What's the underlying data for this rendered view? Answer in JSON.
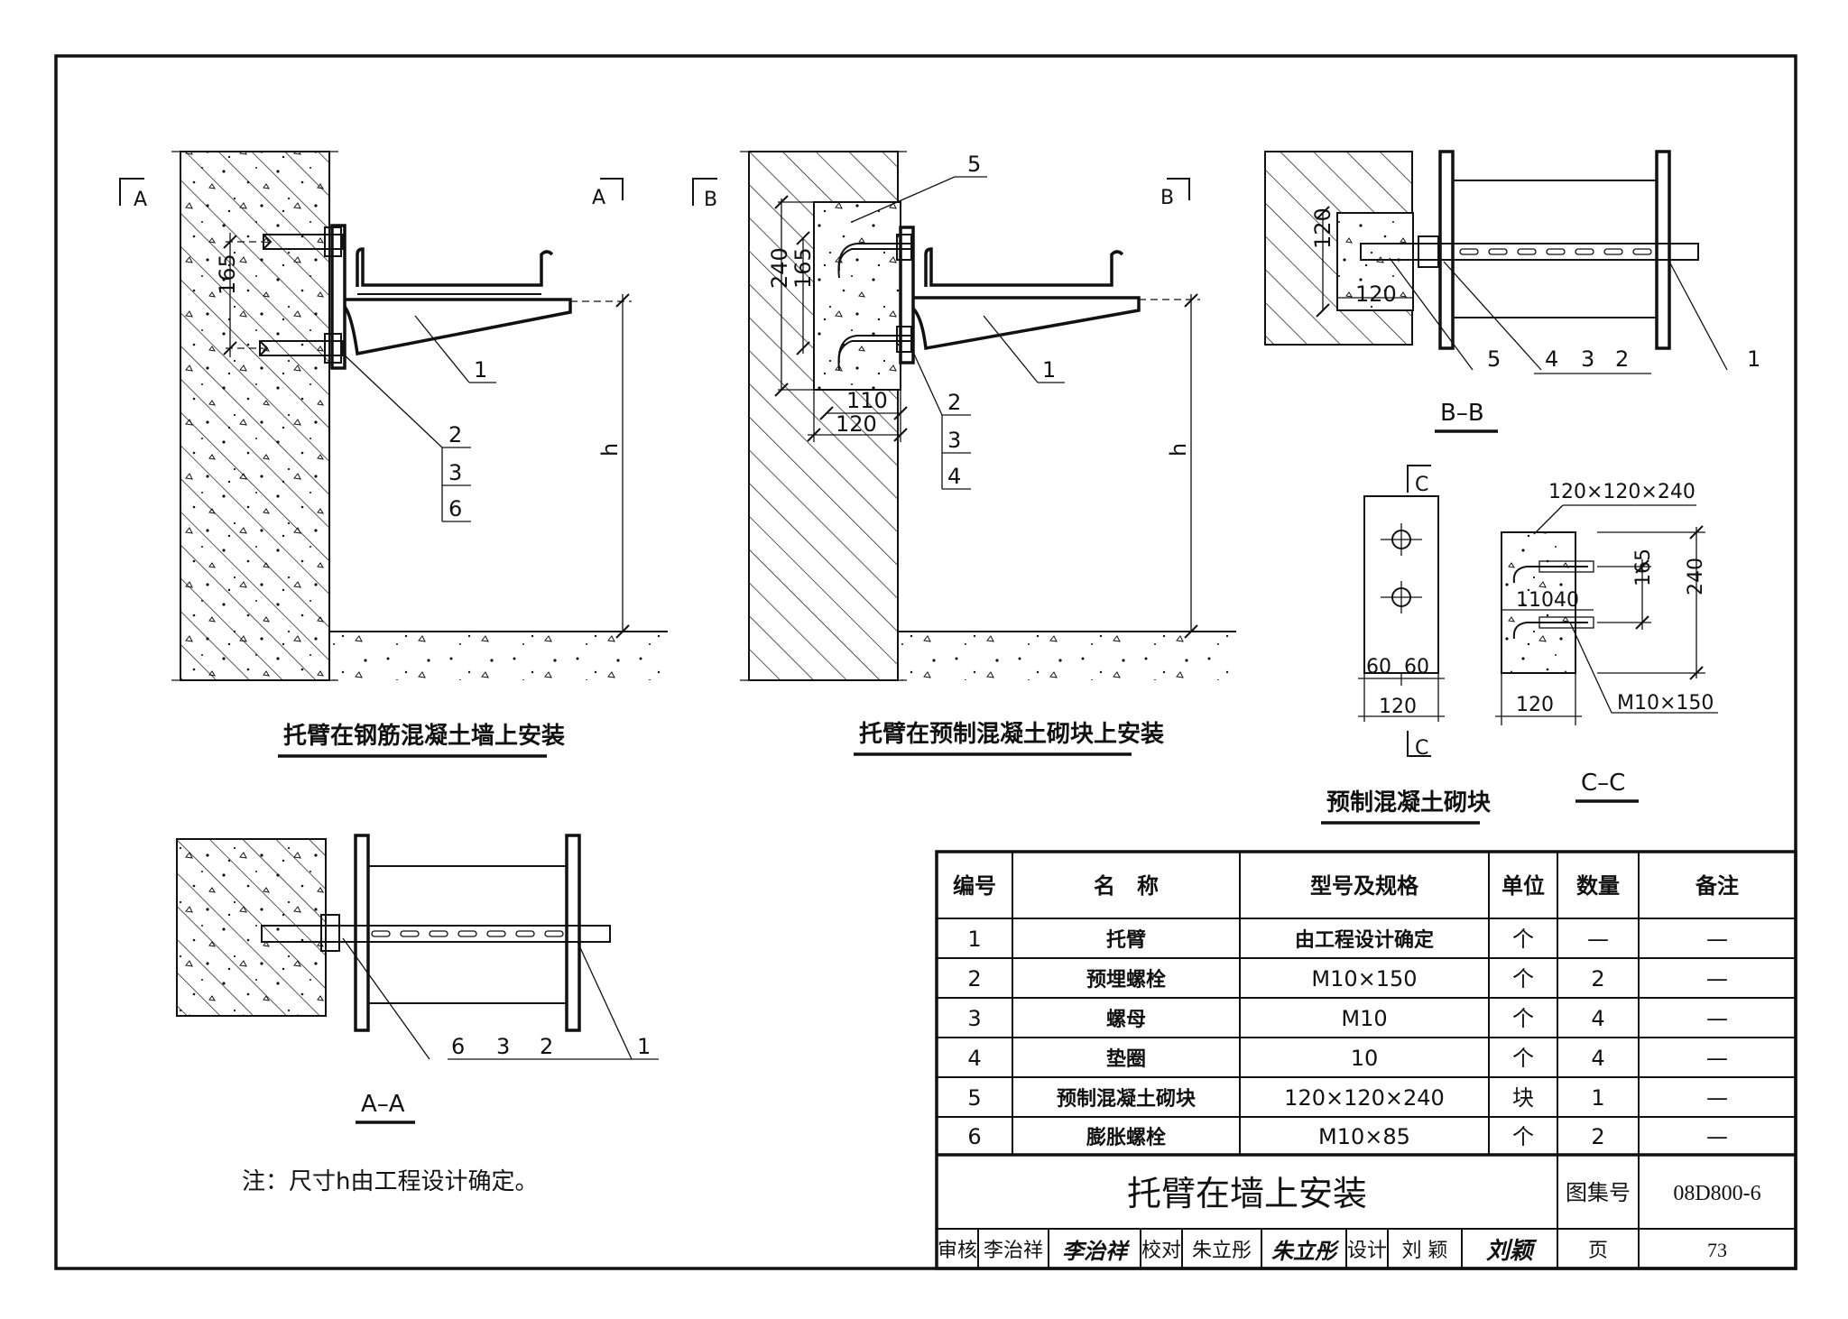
{
  "views": {
    "wall_caption": "托臂在钢筋混凝土墙上安装",
    "block_caption": "托臂在预制混凝土砌块上安装",
    "block_detail_caption": "预制混凝土砌块",
    "section_aa_title": "A–A",
    "section_bb_title": "B–B",
    "section_cc_title": "C–C"
  },
  "section_marks": {
    "a": "A",
    "b": "B",
    "c": "C"
  },
  "dims": {
    "d165": "165",
    "d240": "240",
    "d110": "110",
    "d120": "120",
    "d60": "60",
    "d40": "40",
    "h": "h",
    "block_size": "120×120×240",
    "bolt": "M10×150"
  },
  "callouts": {
    "c1": "1",
    "c2": "2",
    "c3": "3",
    "c4": "4",
    "c5": "5",
    "c6": "6"
  },
  "note": "注：尺寸h由工程设计确定。",
  "table": {
    "headers": [
      "编号",
      "名　称",
      "型号及规格",
      "单位",
      "数量",
      "备注"
    ],
    "rows": [
      [
        "1",
        "托臂",
        "由工程设计确定",
        "个",
        "—",
        "—"
      ],
      [
        "2",
        "预埋螺栓",
        "M10×150",
        "个",
        "2",
        "—"
      ],
      [
        "3",
        "螺母",
        "M10",
        "个",
        "4",
        "—"
      ],
      [
        "4",
        "垫圈",
        "10",
        "个",
        "4",
        "—"
      ],
      [
        "5",
        "预制混凝土砌块",
        "120×120×240",
        "块",
        "1",
        "—"
      ],
      [
        "6",
        "膨胀螺栓",
        "M10×85",
        "个",
        "2",
        "—"
      ]
    ],
    "title": "托臂在墙上安装",
    "atlas_label": "图集号",
    "atlas_no": "08D800-6",
    "review_label": "审核",
    "reviewer": "李治祥",
    "review_sign": "李治祥",
    "check_label": "校对",
    "checker": "朱立彤",
    "check_sign": "朱立彤",
    "design_label": "设计",
    "designer": "刘 颖",
    "design_sign": "刘颖",
    "page_label": "页",
    "page_no": "73"
  }
}
